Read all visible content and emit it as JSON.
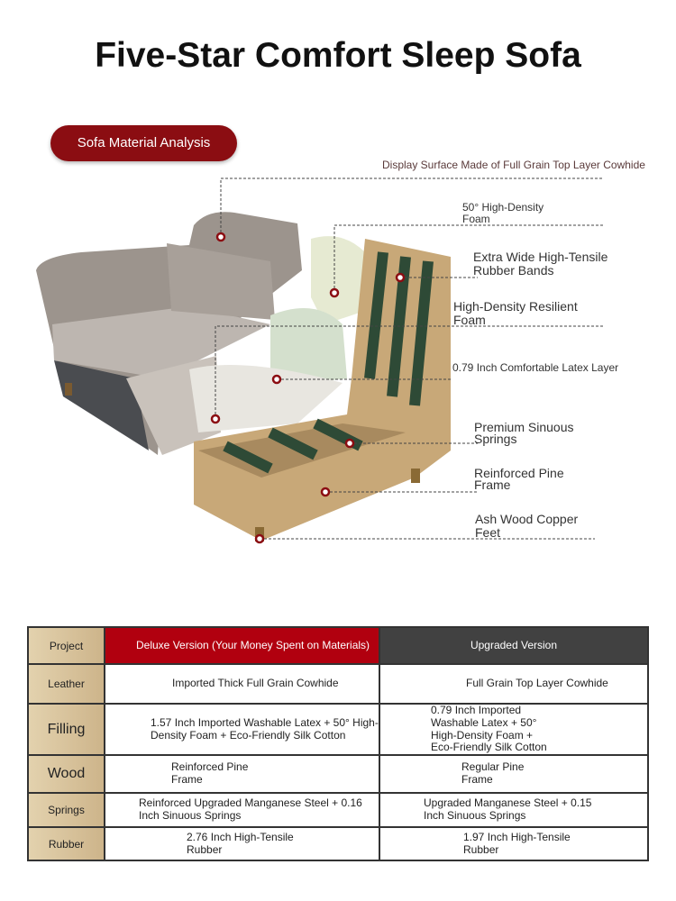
{
  "title": "Five-Star Comfort Sleep Sofa",
  "badge": "Sofa Material Analysis",
  "callouts": {
    "cowhide": "Display Surface Made of Full Grain Top Layer Cowhide",
    "foam50": [
      "50° High-Density",
      "Foam"
    ],
    "bands": [
      "Extra Wide High-Tensile",
      "Rubber Bands"
    ],
    "resilient": [
      "High-Density Resilient",
      "Foam"
    ],
    "latex": "0.79 Inch Comfortable Latex Layer",
    "springs": [
      "Premium Sinuous",
      "Springs"
    ],
    "frame": [
      "Reinforced Pine",
      "Frame"
    ],
    "feet": [
      "Ash Wood Copper",
      "Feet"
    ]
  },
  "table": {
    "headers": [
      "Project",
      "Deluxe Version (Your Money Spent on Materials)",
      "Upgraded Version"
    ],
    "rows": [
      {
        "item": "Leather",
        "deluxe": "Imported Thick Full Grain Cowhide",
        "upgraded": "Full Grain Top Layer Cowhide"
      },
      {
        "item": "Filling",
        "deluxe": "1.57 Inch Imported Washable Latex + 50° High-Density Foam + Eco-Friendly Silk Cotton",
        "upgraded": "0.79 Inch Imported Washable Latex + 50° High-Density Foam + Eco-Friendly Silk Cotton"
      },
      {
        "item": "Wood",
        "deluxe": "Reinforced Pine Frame",
        "upgraded": "Regular Pine Frame"
      },
      {
        "item": "Springs",
        "deluxe": "Reinforced Upgraded Manganese Steel + 0.16 Inch Sinuous Springs",
        "upgraded": "Upgraded Manganese Steel + 0.15 Inch Sinuous Springs"
      },
      {
        "item": "Rubber",
        "deluxe": "2.76 Inch High-Tensile Rubber",
        "upgraded": "1.97 Inch High-Tensile Rubber"
      }
    ]
  }
}
